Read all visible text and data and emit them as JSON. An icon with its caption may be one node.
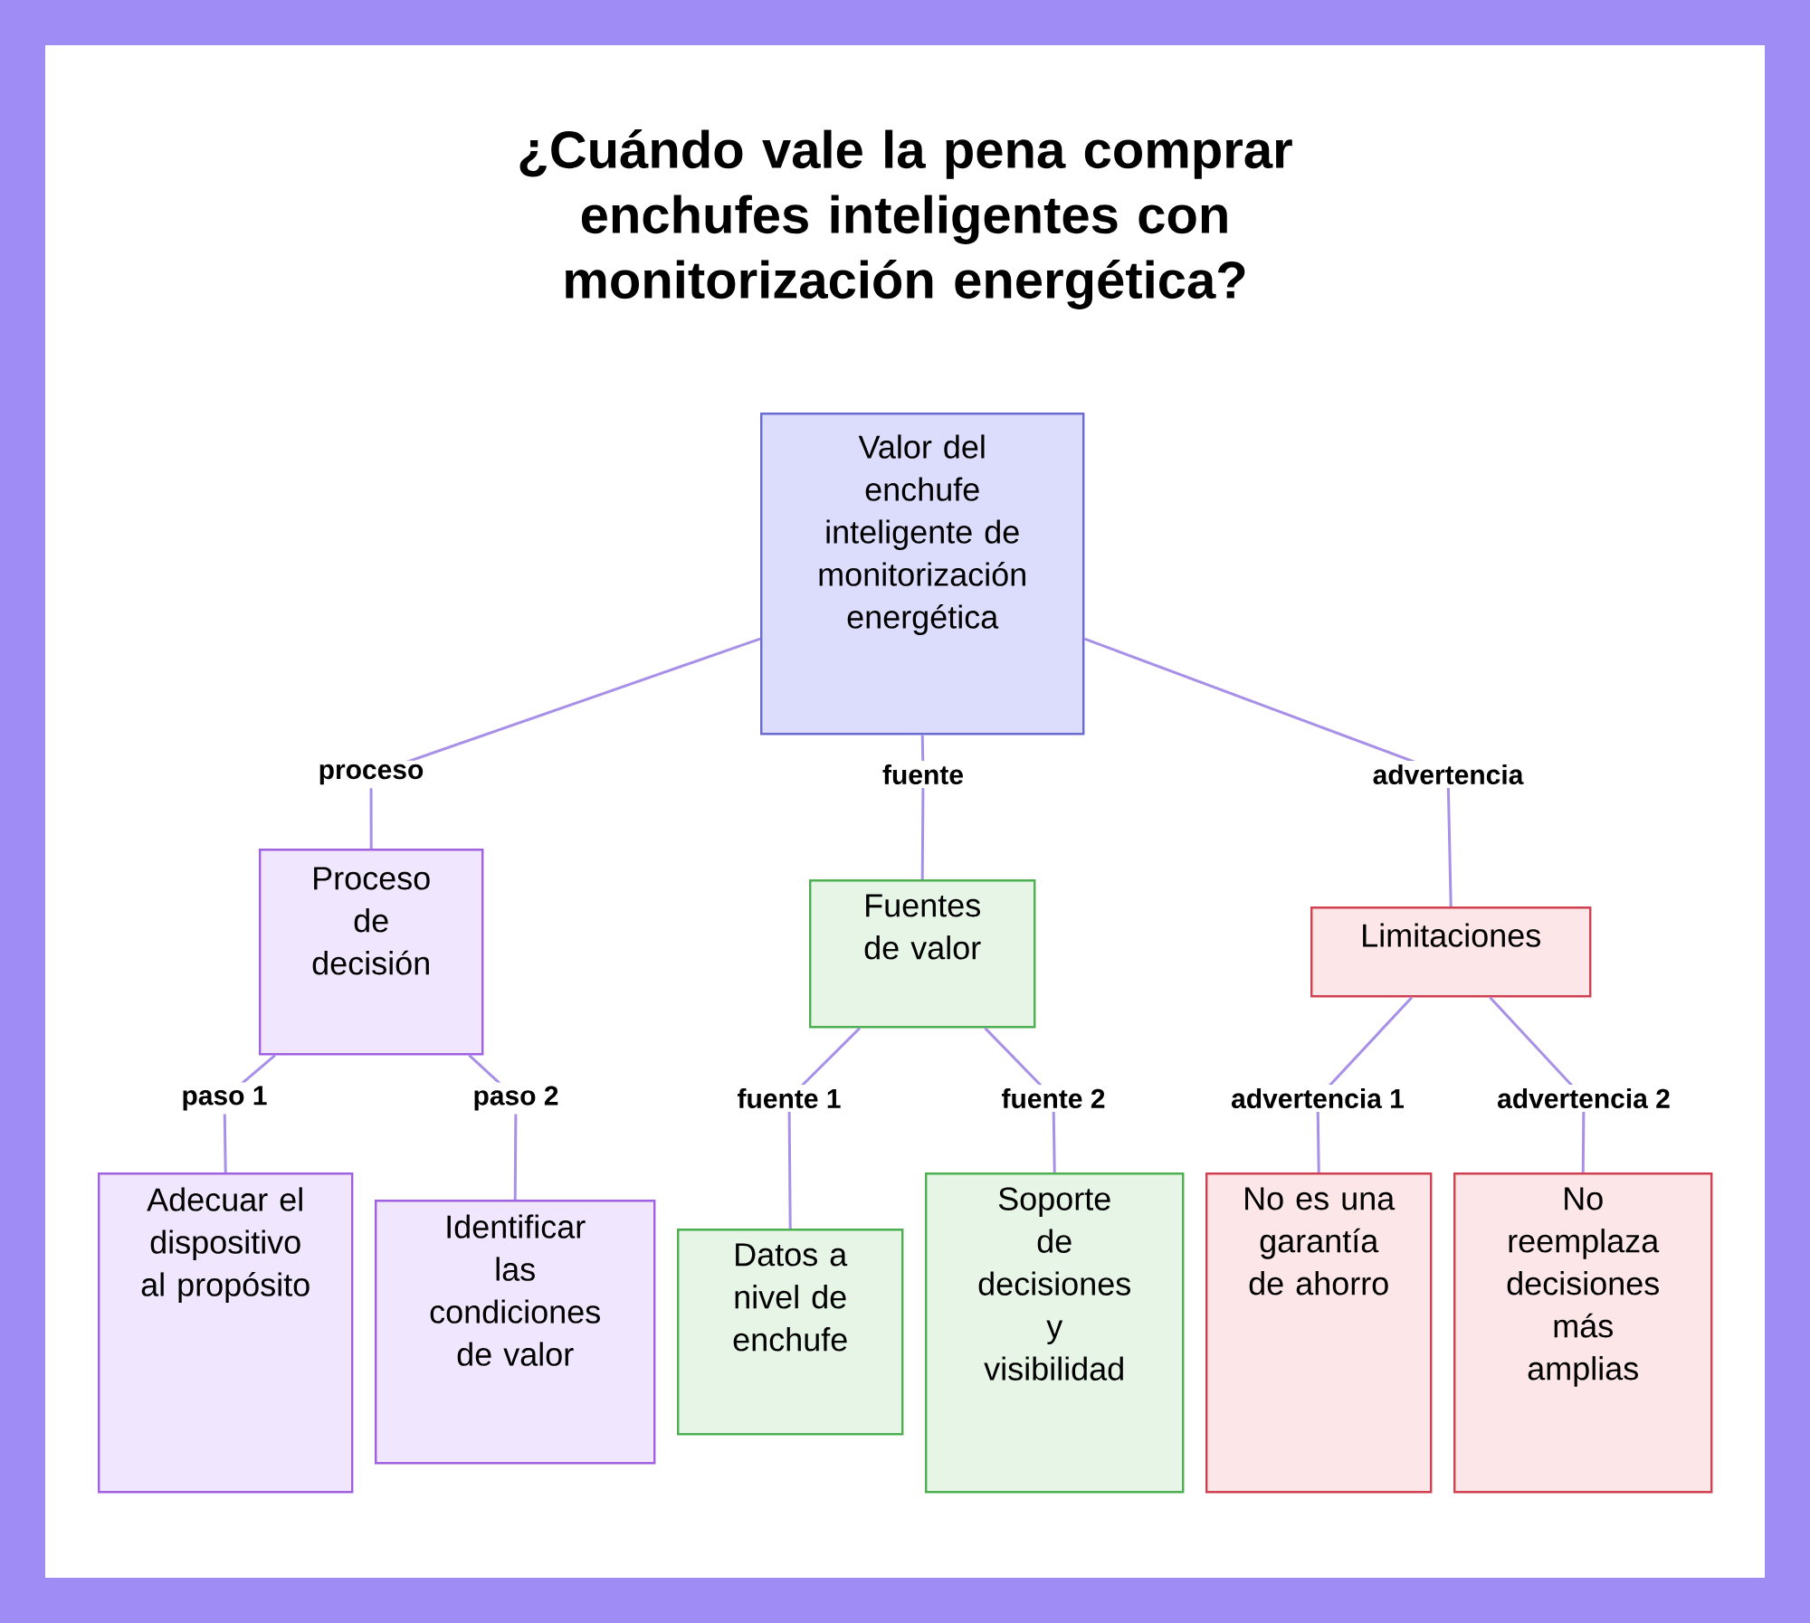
{
  "diagram": {
    "title": "¿Cuándo vale la pena comprar enchufes inteligentes con monitorización energética?",
    "nodes": [
      {
        "text": [
          "Valor del enchufe inteligente de monitorización energética"
        ]
      },
      {
        "text": [
          "Proceso de decisión"
        ]
      },
      {
        "text": [
          "Fuentes de valor"
        ]
      },
      {
        "text": [
          "Limitaciones"
        ]
      },
      {
        "text": [
          "Adecuar el dispositivo al propósito"
        ]
      },
      {
        "text": [
          "Identificar las condiciones de valor"
        ]
      },
      {
        "text": [
          "Datos a nivel de enchufe"
        ]
      },
      {
        "text": [
          "Soporte de decisiones y visibilidad"
        ]
      },
      {
        "text": [
          "No es una garantía de ahorro"
        ]
      },
      {
        "text": [
          "No reemplaza decisiones más amplias"
        ]
      }
    ],
    "edges": [
      {
        "from": 0,
        "to": 1,
        "arrow": "none",
        "label": "proceso"
      },
      {
        "from": 0,
        "to": 2,
        "arrow": "none",
        "label": "fuente"
      },
      {
        "from": 0,
        "to": 3,
        "arrow": "none",
        "label": "advertencia"
      },
      {
        "from": 1,
        "to": 4,
        "arrow": "none",
        "label": "paso 1"
      },
      {
        "from": 1,
        "to": 5,
        "arrow": "none",
        "label": "paso 2"
      },
      {
        "from": 2,
        "to": 6,
        "arrow": "none",
        "label": "fuente 1"
      },
      {
        "from": 2,
        "to": 7,
        "arrow": "none",
        "label": "fuente 2"
      },
      {
        "from": 3,
        "to": 8,
        "arrow": "none",
        "label": "advertencia 1"
      },
      {
        "from": 3,
        "to": 9,
        "arrow": "none",
        "label": "advertencia 2"
      }
    ]
  }
}
